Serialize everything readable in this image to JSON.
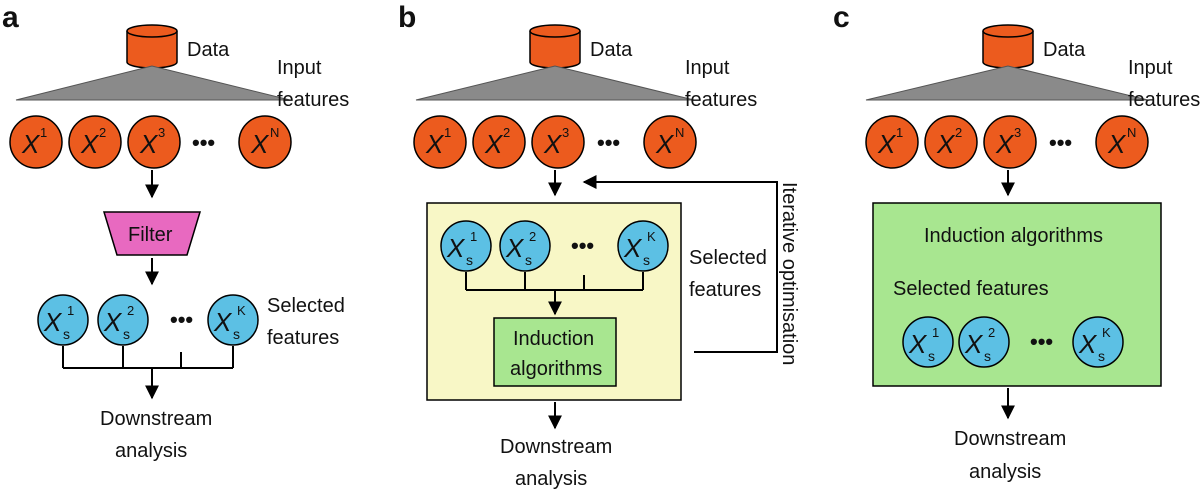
{
  "colors": {
    "orange": "#ec5b1e",
    "blue": "#5cc0e4",
    "pink": "#e869c0",
    "green_box": "#a8e690",
    "induction_box": "#a8e690",
    "wrapper_bg": "#f8f7c6",
    "stroke": "#000000"
  },
  "icons": [
    "database-icon"
  ],
  "panels": [
    {
      "letter": "a",
      "data_label": "Data",
      "input_label_1": "Input",
      "input_label_2": "features",
      "input_features": [
        {
          "base": "X",
          "sup": "1"
        },
        {
          "base": "X",
          "sup": "2"
        },
        {
          "base": "X",
          "sup": "3"
        },
        {
          "base": "X",
          "sup": "N"
        }
      ],
      "ellipsis": "•••",
      "filter_label": "Filter",
      "selected_label_1": "Selected",
      "selected_label_2": "features",
      "selected_features": [
        {
          "base": "X",
          "sub": "s",
          "sup": "1"
        },
        {
          "base": "X",
          "sub": "s",
          "sup": "2"
        },
        {
          "base": "X",
          "sub": "s",
          "sup": "K"
        }
      ],
      "downstream_1": "Downstream",
      "downstream_2": "analysis"
    },
    {
      "letter": "b",
      "data_label": "Data",
      "input_label_1": "Input",
      "input_label_2": "features",
      "input_features": [
        {
          "base": "X",
          "sup": "1"
        },
        {
          "base": "X",
          "sup": "2"
        },
        {
          "base": "X",
          "sup": "3"
        },
        {
          "base": "X",
          "sup": "N"
        }
      ],
      "ellipsis": "•••",
      "selected_label_1": "Selected",
      "selected_label_2": "features",
      "selected_features": [
        {
          "base": "X",
          "sub": "s",
          "sup": "1"
        },
        {
          "base": "X",
          "sub": "s",
          "sup": "2"
        },
        {
          "base": "X",
          "sub": "s",
          "sup": "K"
        }
      ],
      "induction_1": "Induction",
      "induction_2": "algorithms",
      "iterative_label": "Iterative optimisation",
      "downstream_1": "Downstream",
      "downstream_2": "analysis"
    },
    {
      "letter": "c",
      "data_label": "Data",
      "input_label_1": "Input",
      "input_label_2": "features",
      "input_features": [
        {
          "base": "X",
          "sup": "1"
        },
        {
          "base": "X",
          "sup": "2"
        },
        {
          "base": "X",
          "sup": "3"
        },
        {
          "base": "X",
          "sup": "N"
        }
      ],
      "ellipsis": "•••",
      "induction_label": "Induction algorithms",
      "selected_label": "Selected features",
      "selected_features": [
        {
          "base": "X",
          "sub": "s",
          "sup": "1"
        },
        {
          "base": "X",
          "sub": "s",
          "sup": "2"
        },
        {
          "base": "X",
          "sub": "s",
          "sup": "K"
        }
      ],
      "downstream_1": "Downstream",
      "downstream_2": "analysis"
    }
  ]
}
